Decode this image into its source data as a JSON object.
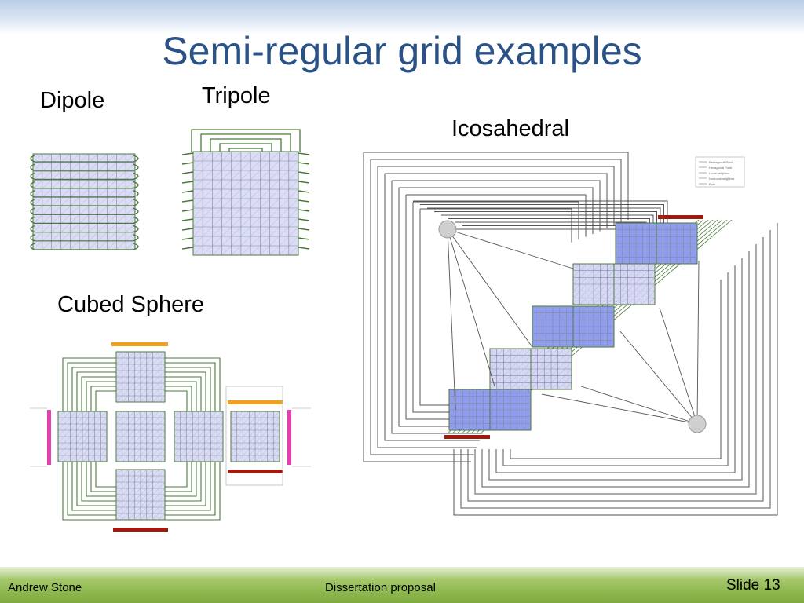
{
  "slide": {
    "title": "Semi-regular grid examples",
    "labels": {
      "dipole": "Dipole",
      "tripole": "Tripole",
      "icosahedral": "Icosahedral",
      "cubed_sphere": "Cubed Sphere"
    },
    "legend": {
      "items": [
        "Pentagonal Point",
        "Hexagonal Point",
        "Local neighbor",
        "Nonlocal neighbor",
        "Pole"
      ]
    }
  },
  "footer": {
    "author": "Andrew Stone",
    "subject": "Dissertation proposal",
    "slide_number": "Slide 13"
  },
  "colors": {
    "title": "#2a5286",
    "grid_line": "#4a7a3a",
    "cell_light": "#d8d8f6",
    "cell_dark": "#8f9cf0",
    "pole_bar_yellow": "#f0a020",
    "pole_bar_red": "#a01a10",
    "pole_bar_magenta": "#e040b0",
    "pole_circle": "#cfcfcf"
  }
}
